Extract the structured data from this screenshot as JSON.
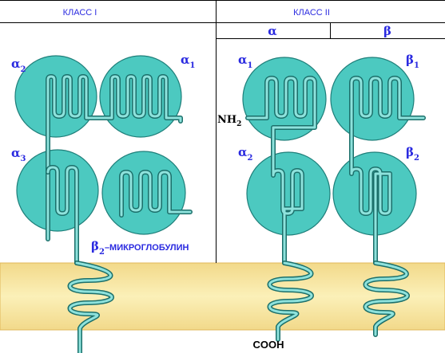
{
  "headers": {
    "class1": "КЛАСС I",
    "class2": "КЛАСС II",
    "alpha_chain": "α",
    "beta_chain": "β"
  },
  "domains": {
    "a1": {
      "greek": "α",
      "sub": "1"
    },
    "a2": {
      "greek": "α",
      "sub": "2"
    },
    "a3": {
      "greek": "α",
      "sub": "3"
    },
    "b2m": {
      "greek": "β",
      "sub": "2",
      "suffix": "–МИКРОГЛОБУЛИН"
    },
    "c2a1": {
      "greek": "α",
      "sub": "1"
    },
    "c2a2": {
      "greek": "α",
      "sub": "2"
    },
    "c2b1": {
      "greek": "β",
      "sub": "1"
    },
    "c2b2": {
      "greek": "β",
      "sub": "2"
    }
  },
  "termini": {
    "nh2": {
      "text": "NH",
      "sub": "2"
    },
    "cooh": "COOH"
  },
  "colors": {
    "domain_fill": "#4cc9c0",
    "membrane": "#f5e59a",
    "label_blue": "#2a2ae0"
  }
}
